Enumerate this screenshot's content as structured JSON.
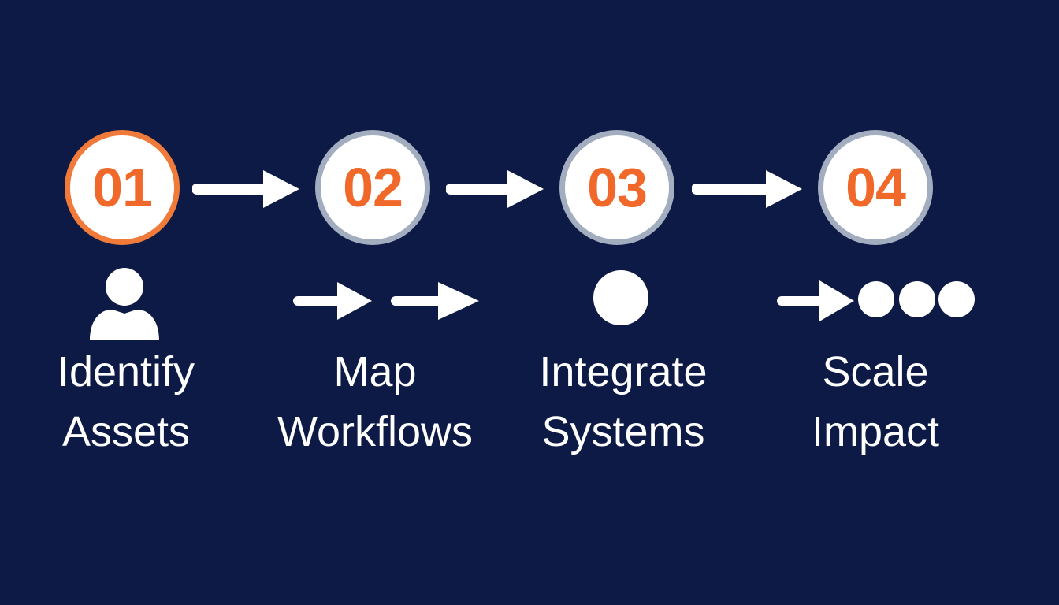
{
  "steps": [
    {
      "number": "01",
      "line1": "Identify",
      "line2": "Assets",
      "icon": "person-icon",
      "state": "active"
    },
    {
      "number": "02",
      "line1": "Map",
      "line2": "Workflows",
      "icon": "double-arrow-icon",
      "state": "idle"
    },
    {
      "number": "03",
      "line1": "Integrate",
      "line2": "Systems",
      "icon": "dot-icon",
      "state": "idle"
    },
    {
      "number": "04",
      "line1": "Scale",
      "line2": "Impact",
      "icon": "arrow-dots-icon",
      "state": "idle"
    }
  ],
  "colors": {
    "background": "#0c1a45",
    "accent": "#f0692a",
    "active_ring": "#f07a3a",
    "idle_ring": "#a3adc0"
  }
}
